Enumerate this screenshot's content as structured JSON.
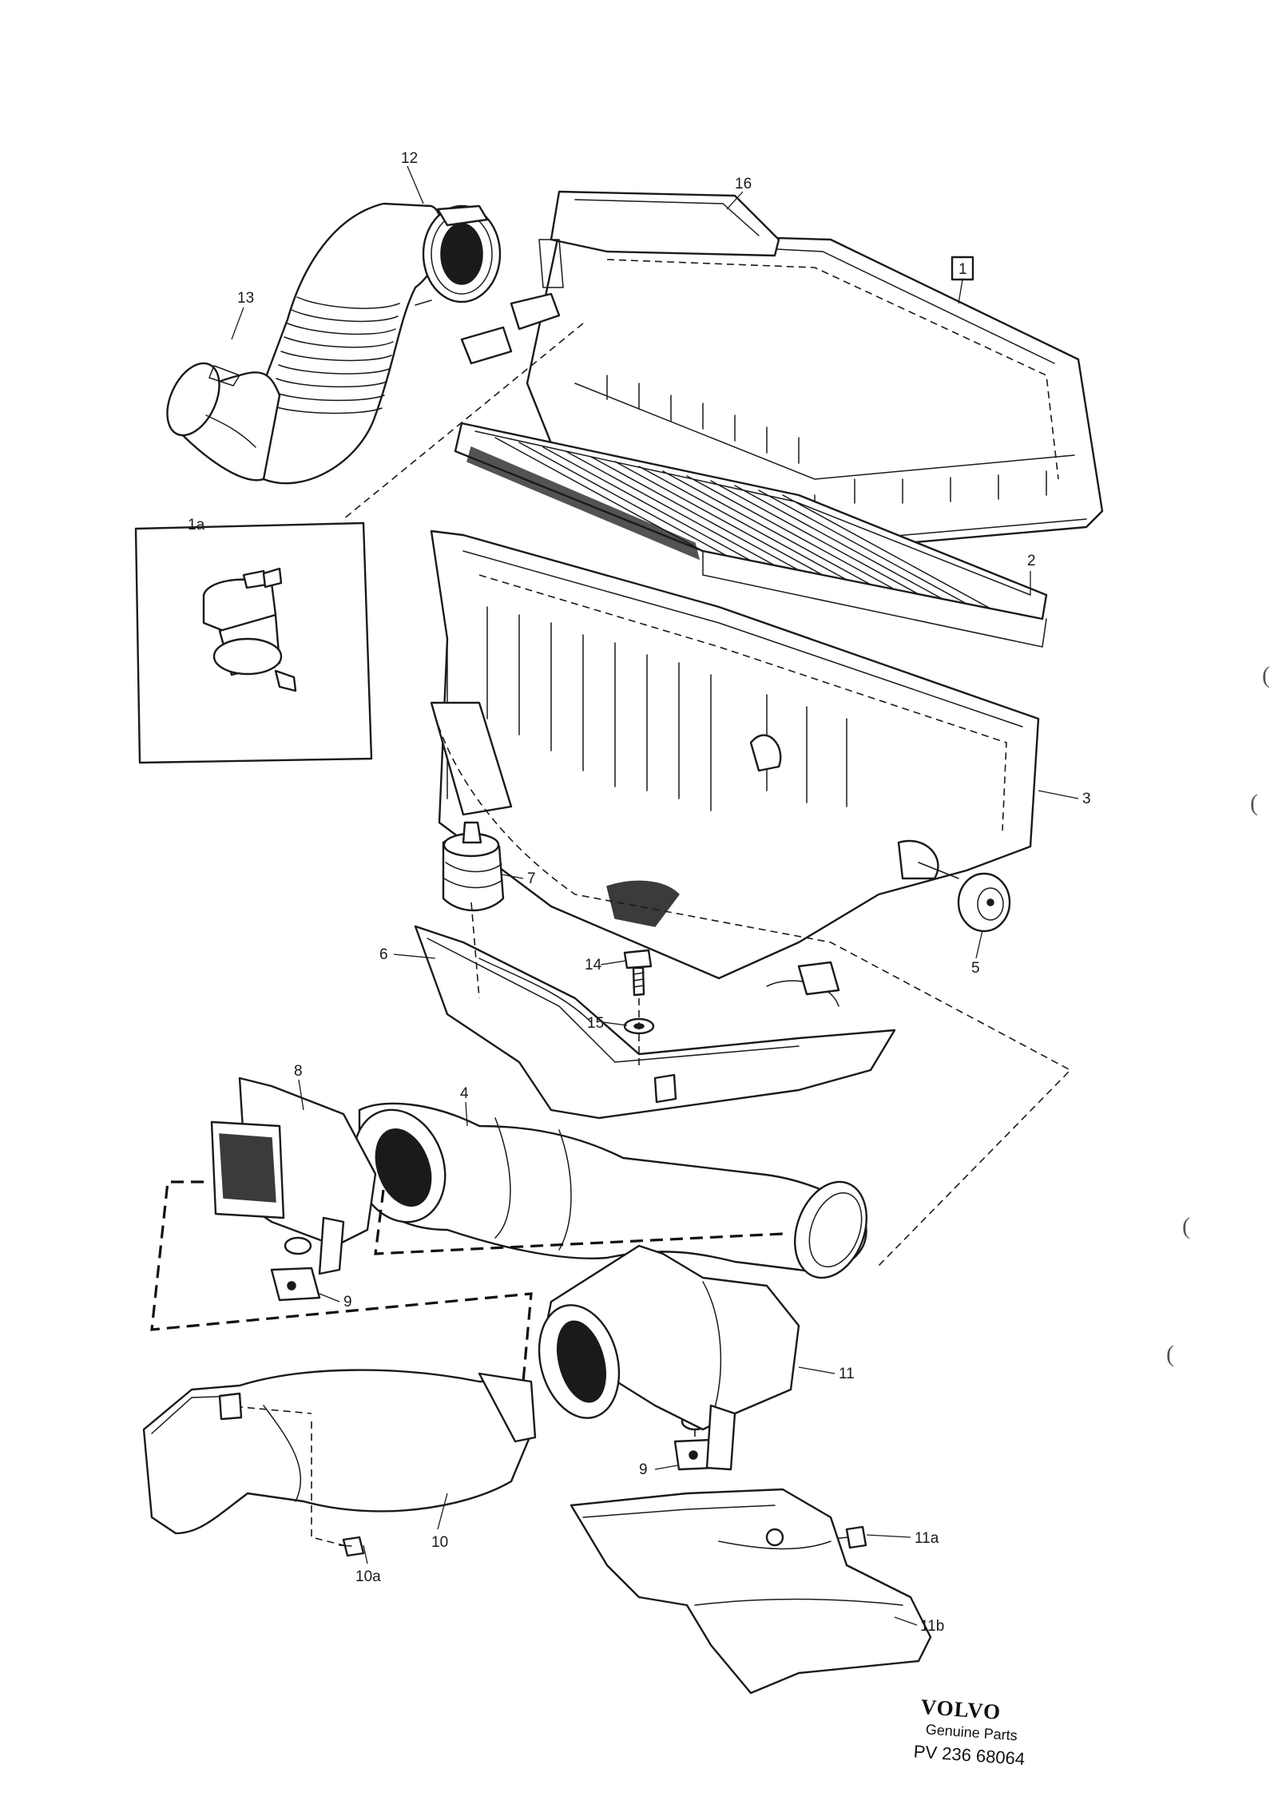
{
  "callouts": [
    {
      "id": "12",
      "label": "12"
    },
    {
      "id": "16",
      "label": "16"
    },
    {
      "id": "1",
      "label": "1"
    },
    {
      "id": "13",
      "label": "13"
    },
    {
      "id": "1a",
      "label": "1a"
    },
    {
      "id": "2",
      "label": "2"
    },
    {
      "id": "3",
      "label": "3"
    },
    {
      "id": "7",
      "label": "7"
    },
    {
      "id": "5",
      "label": "5"
    },
    {
      "id": "6",
      "label": "6"
    },
    {
      "id": "14",
      "label": "14"
    },
    {
      "id": "15",
      "label": "15"
    },
    {
      "id": "8",
      "label": "8"
    },
    {
      "id": "4",
      "label": "4"
    },
    {
      "id": "9a",
      "label": "9"
    },
    {
      "id": "11",
      "label": "11"
    },
    {
      "id": "9b",
      "label": "9"
    },
    {
      "id": "10",
      "label": "10"
    },
    {
      "id": "10a",
      "label": "10a"
    },
    {
      "id": "11a",
      "label": "11a"
    },
    {
      "id": "11b",
      "label": "11b"
    }
  ],
  "branding": {
    "logo": "VOLVO",
    "subtitle": "Genuine Parts",
    "code": "PV 236 68064"
  },
  "margin_marks": [
    "(",
    "(",
    "(",
    "("
  ]
}
